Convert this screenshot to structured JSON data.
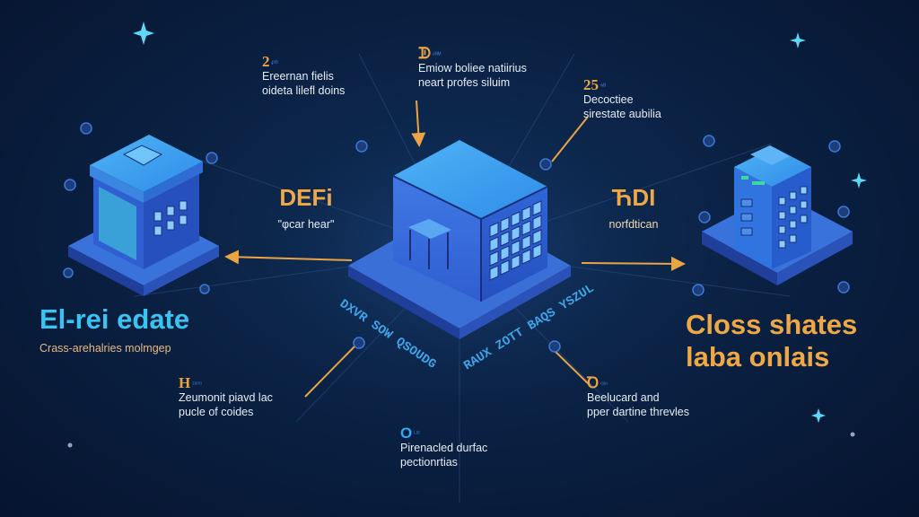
{
  "colors": {
    "background": "#0b2346",
    "accent_orange": "#f0a845",
    "accent_cyan": "#3cc2f0",
    "building_blue": "#3a7be0",
    "star_cyan": "#5fd8f5"
  },
  "center_labels": {
    "left": {
      "title": "DEFi",
      "subtitle": "\"φcar hear\""
    },
    "right": {
      "title": "ЋDI",
      "subtitle": "norfdtican"
    }
  },
  "side_headlines": {
    "left": {
      "title": "El-rei edate",
      "subtitle": "Crass-arehalries molmgep"
    },
    "right": {
      "line1": "Closs shates",
      "line2": "laba onlais"
    }
  },
  "callouts": [
    {
      "id": "top-left",
      "marker": "2",
      "tag": "ᵲᵃᵇ",
      "line1": "Ereernan fielis",
      "line2": "oideta lilefl doins"
    },
    {
      "id": "top-center",
      "marker": "ᗫ",
      "tag": "ᵉᴺᴹ",
      "line1": "Emiow boliee natiirius",
      "line2": "neart profes siluim"
    },
    {
      "id": "top-right",
      "marker": "25",
      "tag": "ʷᴮ",
      "line1": "Decoctiee",
      "line2": "sirestate aubilia"
    },
    {
      "id": "bottom-left",
      "marker": "H",
      "tag": "ᶻᵉʳᵐ",
      "line1": "Zeumonit piavd lac",
      "line2": "pucle of coides"
    },
    {
      "id": "bottom-right",
      "marker": "Ꝺ",
      "tag": "ᵉᵃⁿ",
      "line1": "Beelucard and",
      "line2": "pper dartine threvles"
    },
    {
      "id": "bottom-center",
      "marker": "O",
      "tag": "ᴸᵈᵗ",
      "line1": "Pirenacled durfac",
      "line2": "pectionrtias"
    }
  ],
  "circuit_text": {
    "left_run": "DXVR SOW QSOUDG",
    "right_run": "RAUX ZOTT BAQS YSZUL"
  }
}
